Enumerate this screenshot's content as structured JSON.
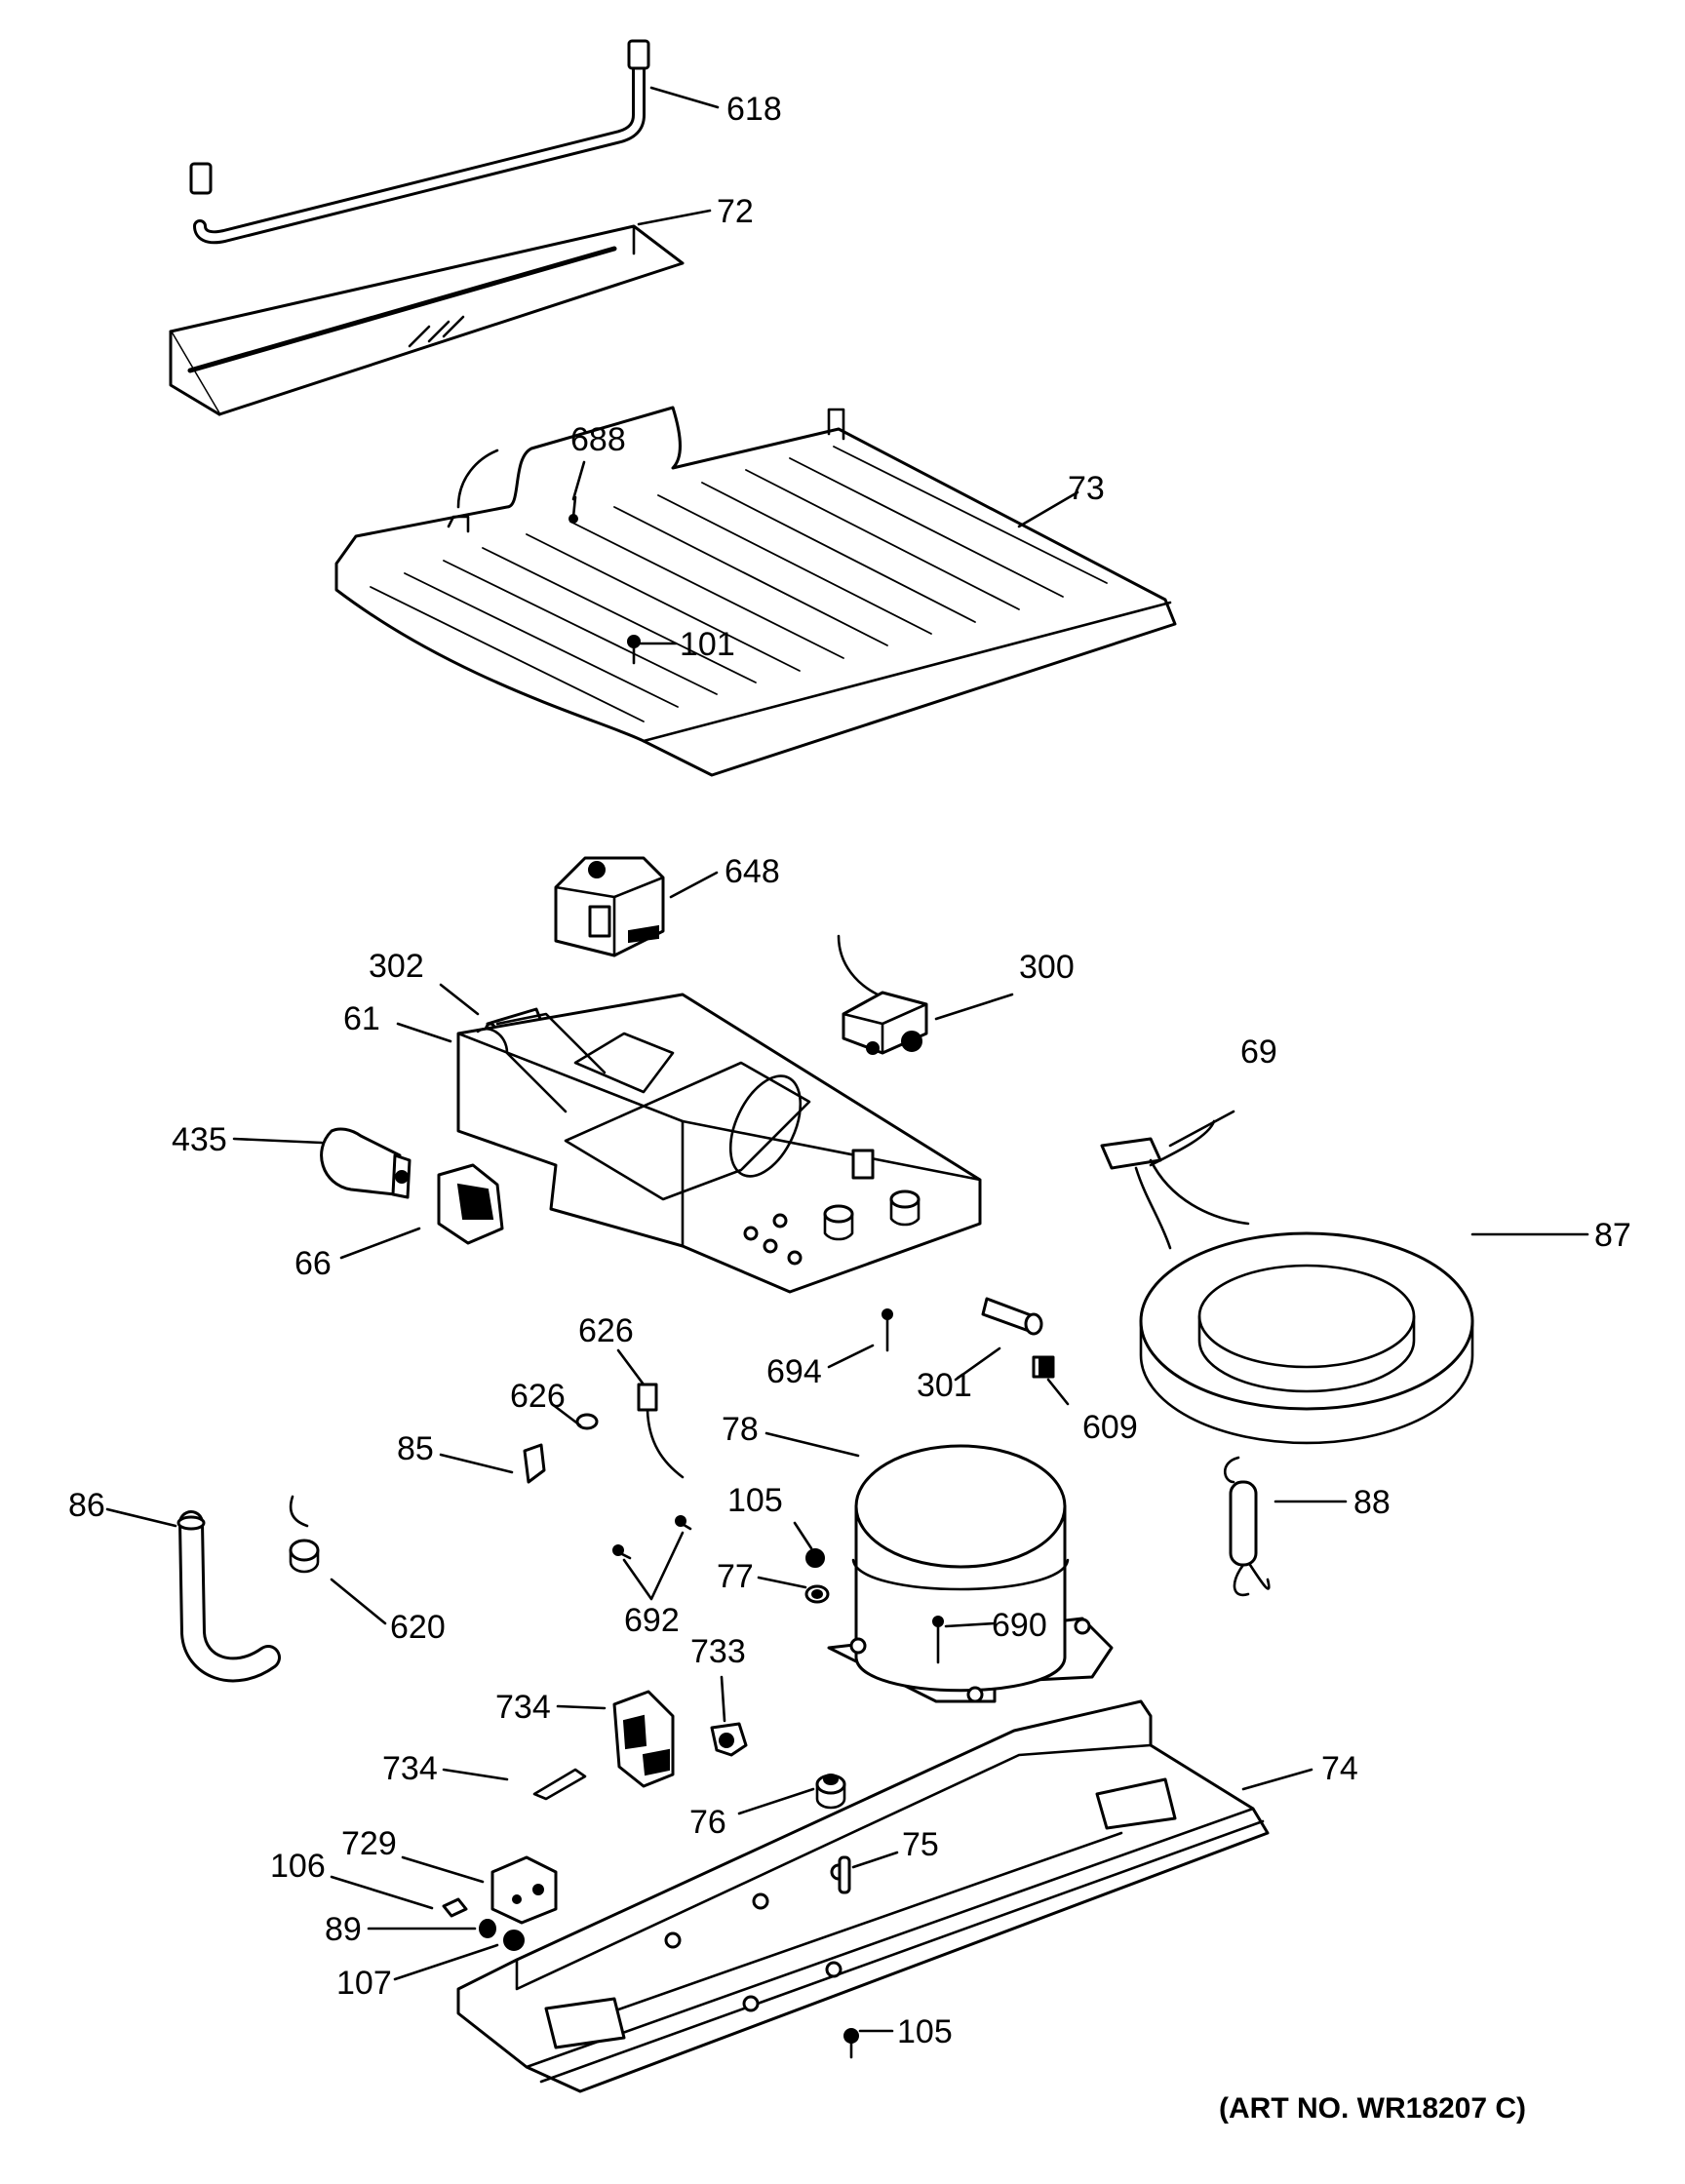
{
  "labels": {
    "p618": "618",
    "p72": "72",
    "p688": "688",
    "p73": "73",
    "p101": "101",
    "p648": "648",
    "p302": "302",
    "p300": "300",
    "p61": "61",
    "p69": "69",
    "p435": "435",
    "p66": "66",
    "p87": "87",
    "p626a": "626",
    "p694": "694",
    "p301": "301",
    "p609": "609",
    "p626b": "626",
    "p78": "78",
    "p85": "85",
    "p88": "88",
    "p86": "86",
    "p105a": "105",
    "p77": "77",
    "p690": "690",
    "p620": "620",
    "p692": "692",
    "p733": "733",
    "p734a": "734",
    "p734b": "734",
    "p76": "76",
    "p74": "74",
    "p729": "729",
    "p75": "75",
    "p106": "106",
    "p89": "89",
    "p107": "107",
    "p105b": "105"
  },
  "art_number": "(ART NO. WR18207 C)"
}
